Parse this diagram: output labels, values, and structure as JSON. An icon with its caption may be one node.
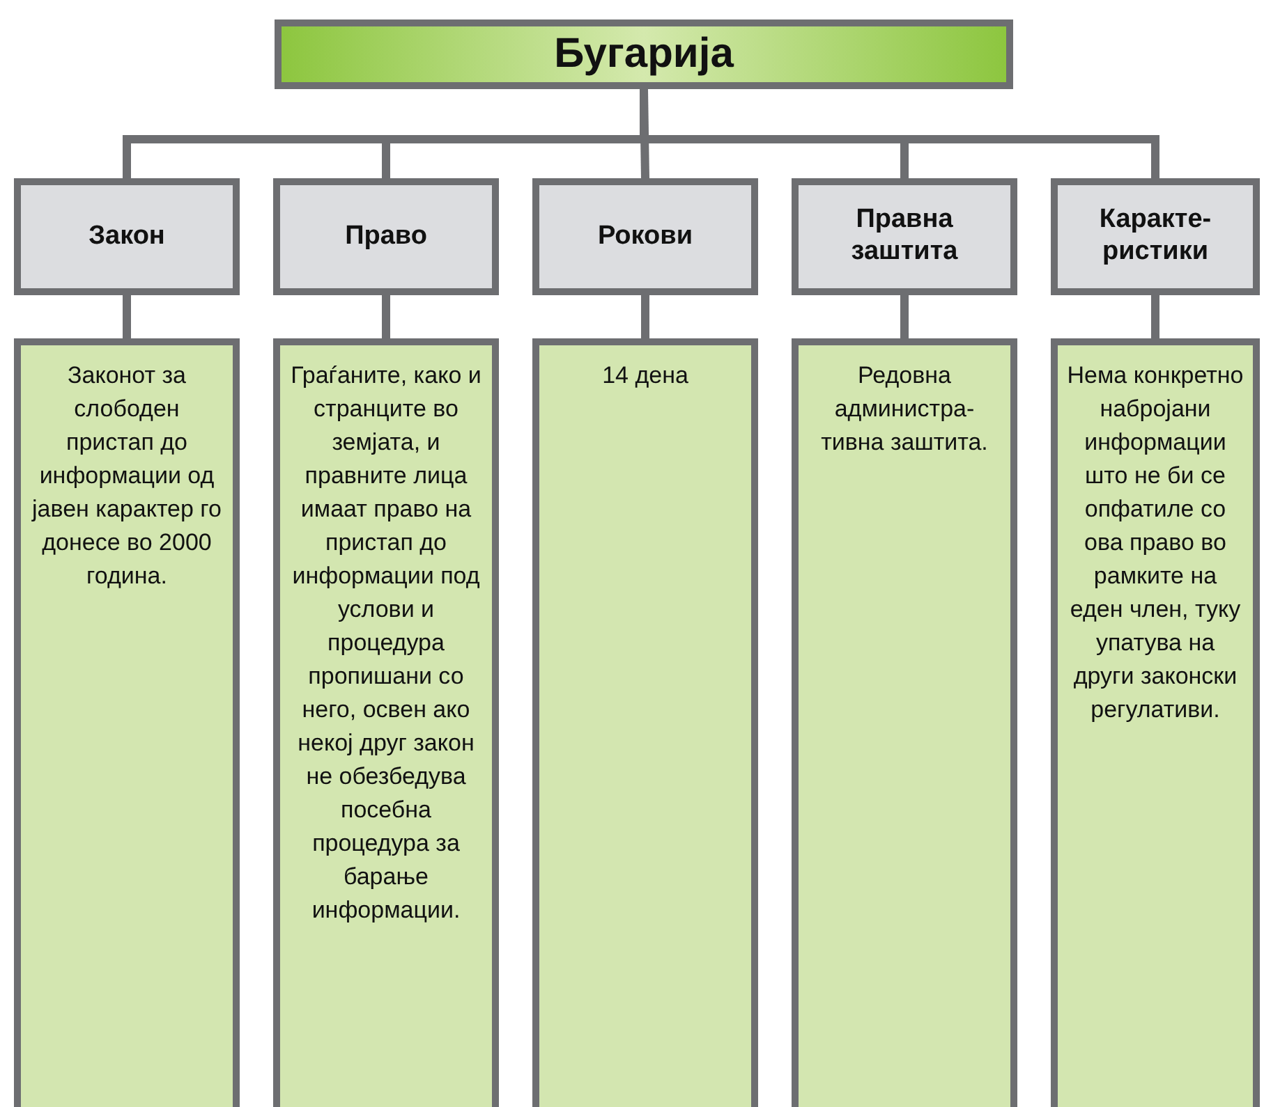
{
  "diagram": {
    "nodes": [
      {
        "text": [
          "Бугарија"
        ]
      },
      {
        "text": [
          "Закон"
        ]
      },
      {
        "text": [
          "Право"
        ]
      },
      {
        "text": [
          "Рокови"
        ]
      },
      {
        "text": [
          "Правна заштита"
        ]
      },
      {
        "text": [
          "Каракте- ристики"
        ]
      },
      {
        "text": [
          "Законот за слободен пристап до информации од јавен карактер го донесе во 2000 година."
        ]
      },
      {
        "text": [
          "Граѓаните, како и странците во земјата, и правните лица имаат право на пристап до информации под услови и процедура пропишани со него, освен ако некој друг закон не обезбедува посебна процедура за барање информации."
        ]
      },
      {
        "text": [
          "14 дена"
        ]
      },
      {
        "text": [
          "Редовна администра- тивна заштита."
        ]
      },
      {
        "text": [
          "Нема конкретно набројани информации што не би се опфатиле со ова право во рамките на еден член, туку упатува на други законски регулативи."
        ]
      }
    ],
    "edges": [
      {
        "from": 0,
        "to": 1,
        "arrow": "none"
      },
      {
        "from": 0,
        "to": 2,
        "arrow": "none"
      },
      {
        "from": 0,
        "to": 3,
        "arrow": "none"
      },
      {
        "from": 0,
        "to": 4,
        "arrow": "none"
      },
      {
        "from": 0,
        "to": 5,
        "arrow": "none"
      },
      {
        "from": 1,
        "to": 6,
        "arrow": "none"
      },
      {
        "from": 2,
        "to": 7,
        "arrow": "none"
      },
      {
        "from": 3,
        "to": 8,
        "arrow": "none"
      },
      {
        "from": 4,
        "to": 9,
        "arrow": "none"
      },
      {
        "from": 5,
        "to": 10,
        "arrow": "none"
      }
    ]
  }
}
